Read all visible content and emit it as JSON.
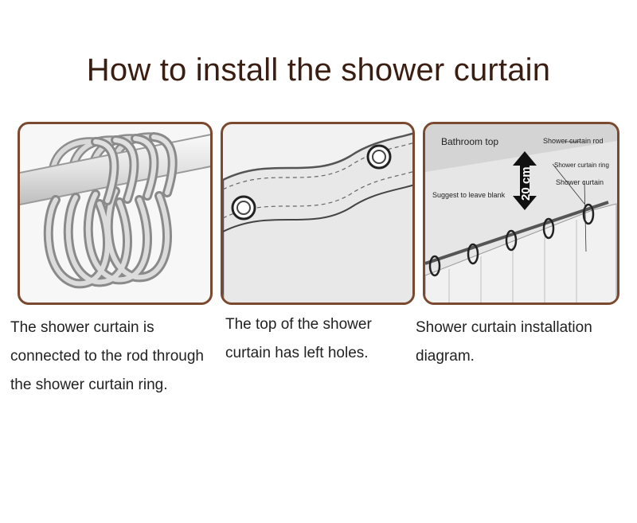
{
  "title": "How to install the shower curtain",
  "panels": [
    {
      "caption": "The shower curtain is connected to the rod through the shower curtain ring."
    },
    {
      "caption": "The top of the shower curtain has left holes."
    },
    {
      "caption": "Shower curtain installation diagram.",
      "labels": {
        "bathroom_top": "Bathroom top",
        "suggest_blank": "Suggest to leave blank",
        "dimension": "20 cm",
        "rod": "Shower curtain rod",
        "ring": "Shower curtain ring",
        "curtain": "Shower curtain"
      }
    }
  ],
  "colors": {
    "title": "#3b1e12",
    "panel_border": "#7a4a30"
  }
}
